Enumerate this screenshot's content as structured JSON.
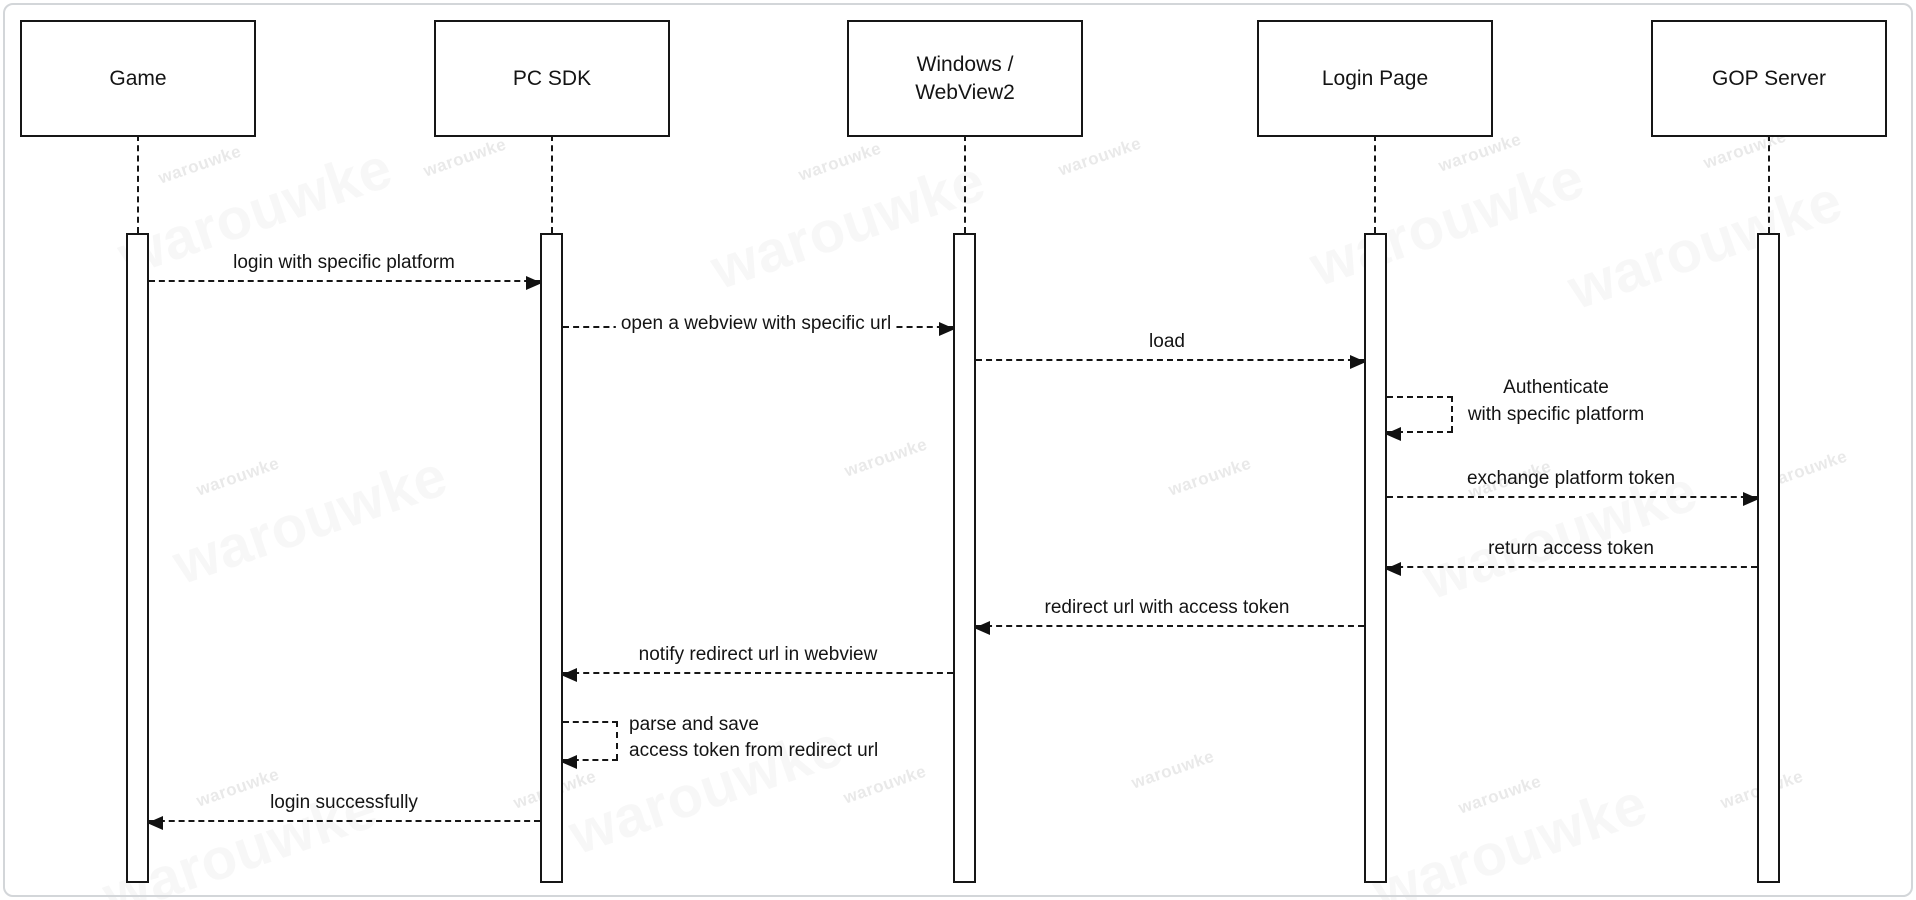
{
  "diagram": {
    "type": "uml-sequence-diagram",
    "watermark_text": "warouwke",
    "colors": {
      "stroke": "#161616",
      "background": "#ffffff",
      "frame_border": "#d3d6d9",
      "watermark": "rgba(70,70,70,0.12)"
    },
    "actors": [
      {
        "label": "Game"
      },
      {
        "label": "PC SDK"
      },
      {
        "label": "Windows /\nWebView2"
      },
      {
        "label": "Login Page"
      },
      {
        "label": "GOP Server"
      }
    ],
    "sequence": [
      {
        "from": "Game",
        "to": "PC SDK",
        "type": "message",
        "label": "login with specific platform"
      },
      {
        "from": "PC SDK",
        "to": "Windows / WebView2",
        "type": "message",
        "label": "open a webview with specific url"
      },
      {
        "from": "Windows / WebView2",
        "to": "Login Page",
        "type": "message",
        "label": "load"
      },
      {
        "from": "Login Page",
        "to": "Login Page",
        "type": "self-message",
        "label": "Authenticate\nwith specific platform"
      },
      {
        "from": "Login Page",
        "to": "GOP Server",
        "type": "message",
        "label": "exchange platform token"
      },
      {
        "from": "GOP Server",
        "to": "Login Page",
        "type": "message",
        "label": "return access token"
      },
      {
        "from": "Login Page",
        "to": "Windows / WebView2",
        "type": "message",
        "label": "redirect url with access token"
      },
      {
        "from": "Windows / WebView2",
        "to": "PC SDK",
        "type": "message",
        "label": "notify redirect url in webview"
      },
      {
        "from": "PC SDK",
        "to": "PC SDK",
        "type": "self-message",
        "label": "parse and save\naccess token from redirect url"
      },
      {
        "from": "PC SDK",
        "to": "Game",
        "type": "message",
        "label": "login successfully"
      }
    ]
  }
}
